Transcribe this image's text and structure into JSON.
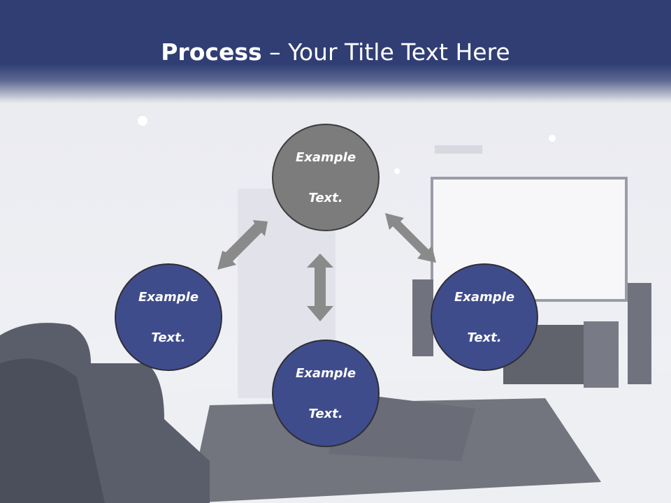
{
  "slide": {
    "title_bold": "Process",
    "title_rest": " – Your Title Text Here"
  },
  "diagram": {
    "nodes": [
      {
        "line1": "Example",
        "line2": "Text."
      },
      {
        "line1": "Example",
        "line2": "Text."
      },
      {
        "line1": "Example",
        "line2": "Text."
      },
      {
        "line1": "Example",
        "line2": "Text."
      }
    ]
  },
  "colors": {
    "header": "#303e74",
    "node_blue": "#3f4c8c",
    "node_gray": "#7c7c7c",
    "arrow": "#8a8a8a"
  }
}
